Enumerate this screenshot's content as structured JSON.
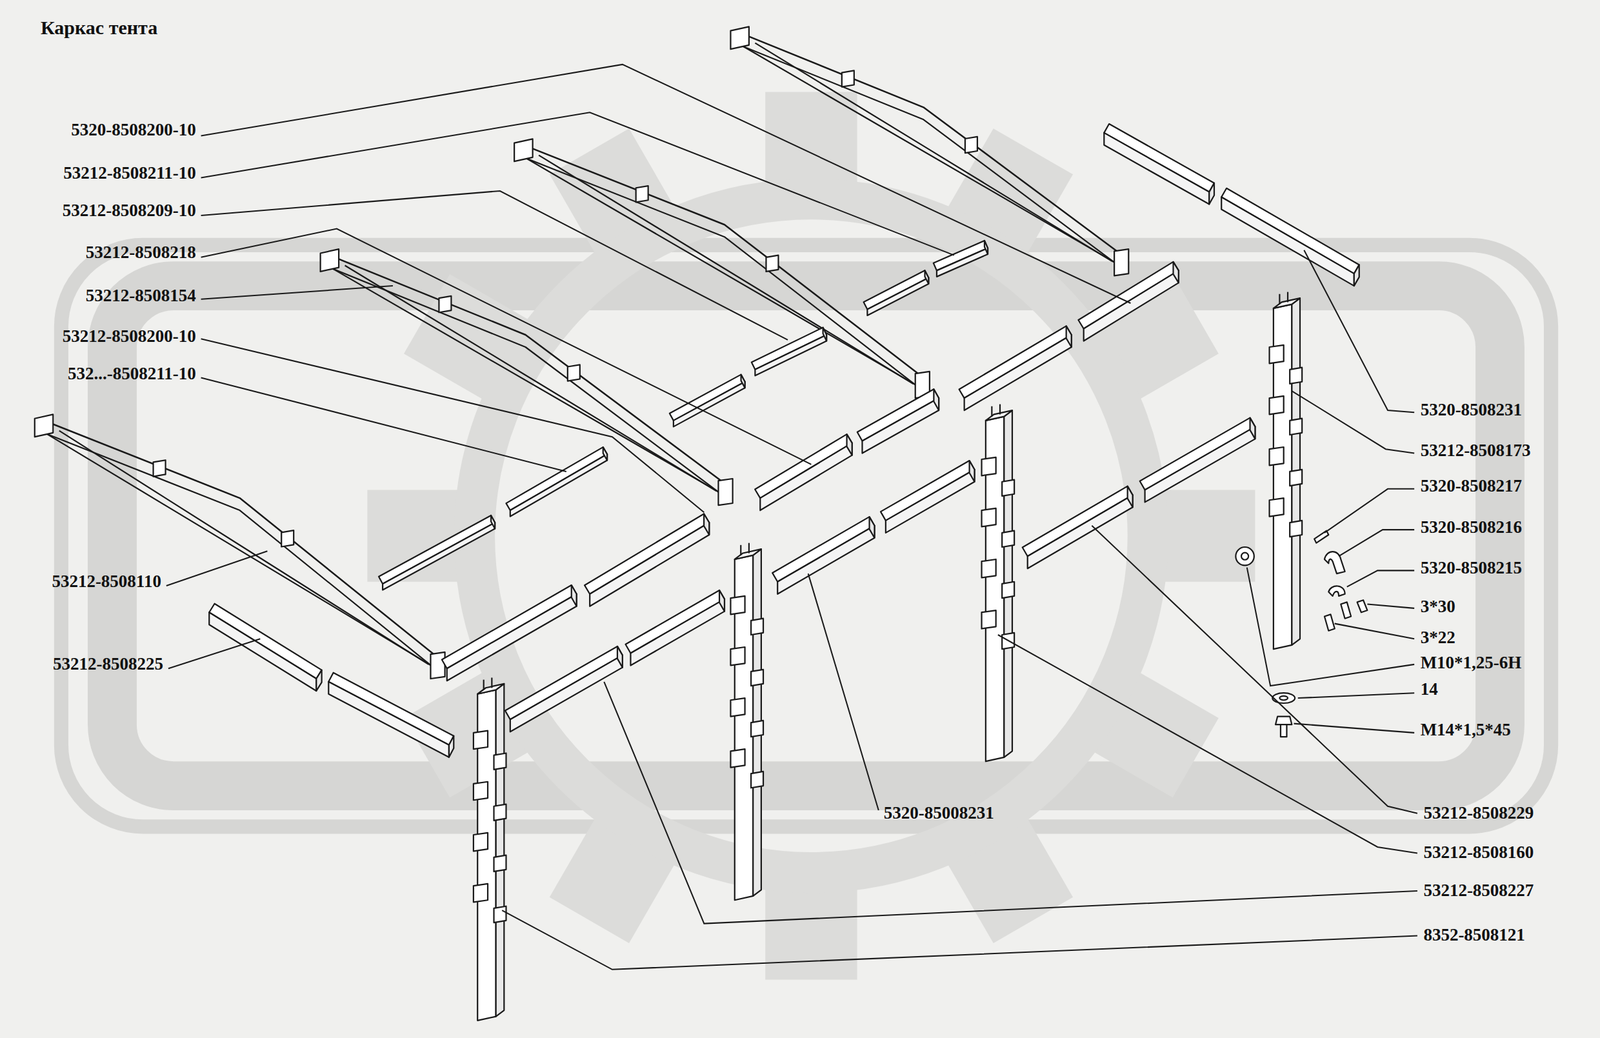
{
  "diagram": {
    "title": "Каркас тента",
    "labels": [
      "5320-8508200-10",
      "53212-8508211-10",
      "53212-8508209-10",
      "53212-8508218",
      "53212-8508154",
      "53212-8508200-10",
      "532...-8508211-10",
      "53212-8508110",
      "53212-8508225",
      "5320-8508231",
      "53212-8508173",
      "5320-8508217",
      "5320-8508216",
      "5320-8508215",
      "3*30",
      "3*22",
      "M10*1,25-6H",
      "14",
      "M14*1,5*45",
      "53212-8508229",
      "53212-8508160",
      "53212-8508227",
      "8352-8508121",
      "5320-85008231"
    ]
  }
}
